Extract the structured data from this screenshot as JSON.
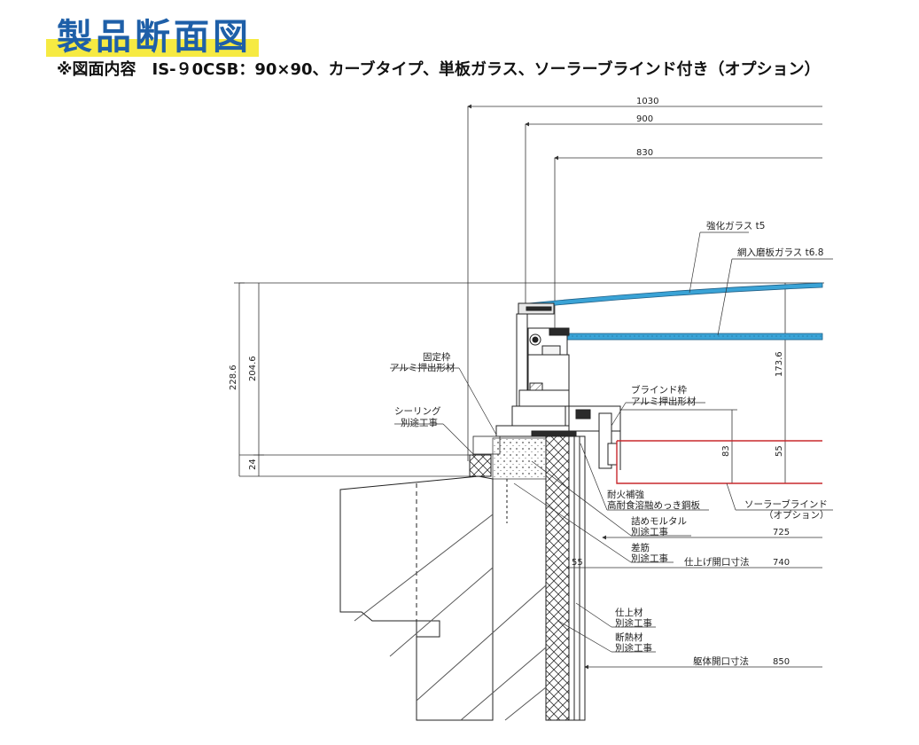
{
  "header": {
    "title": "製品断面図",
    "subtitle": "※図面内容　IS-９0CSB：90×90、カーブタイプ、単板ガラス、ソーラーブラインド付き（オプション）"
  },
  "dimensions": {
    "d1030": "1030",
    "d900": "900",
    "d830": "830",
    "d2286": "228.6",
    "d2046": "204.6",
    "d24": "24",
    "d1736": "173.6",
    "d83": "83",
    "d55r": "55",
    "d725": "725",
    "d55": "55",
    "d740": "740",
    "d850": "850"
  },
  "labels": {
    "glass_top": "強化ガラス t5",
    "glass_wire": "網入磨板ガラス t6.8",
    "fixed_frame_1": "固定枠",
    "fixed_frame_2": "アルミ押出形材",
    "sealing_1": "シーリング",
    "sealing_2": "別途工事",
    "blind_frame_1": "ブラインド枠",
    "blind_frame_2": "アルミ押出形材",
    "fire_1": "耐火補強",
    "fire_2": "高耐食溶融めっき鋼板",
    "solar_1": "ソーラーブラインド",
    "solar_2": "（オプション）",
    "mortar_1": "詰めモルタル",
    "mortar_2": "別途工事",
    "rebar_1": "差筋",
    "rebar_2": "別途工事",
    "finish_opening": "仕上げ開口寸法",
    "finish_1": "仕上材",
    "finish_2": "別途工事",
    "insul_1": "断熱材",
    "insul_2": "別途工事",
    "body_opening": "躯体開口寸法"
  },
  "colors": {
    "highlight": "#f6ea42",
    "title": "#1e5fa8",
    "glass": "#3aa3d6",
    "blind": "#c8282d",
    "line": "#333333"
  }
}
